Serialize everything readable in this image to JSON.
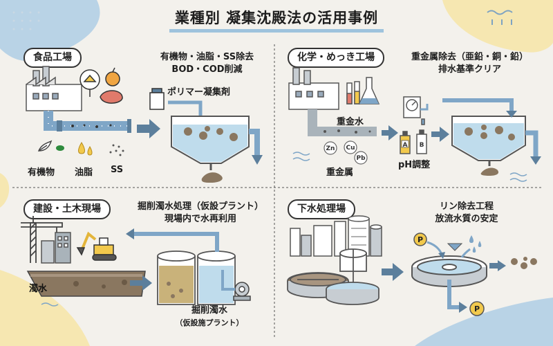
{
  "title": "業種別 凝集沈殿法の活用事例",
  "panels": {
    "food": {
      "badge": "食品工場",
      "caption_line1": "有機物・油脂・SS除去",
      "caption_line2": "BOD・COD削減",
      "chemical": "ポリマー凝集剤",
      "labels": [
        "有機物",
        "油脂",
        "SS"
      ]
    },
    "plating": {
      "badge": "化学・めっき工場",
      "caption_line1": "重金属除去（亜鉛・銅・鉛）",
      "caption_line2": "排水基準クリア",
      "pipe_label": "重金水",
      "metals_label": "重金属",
      "ph_label": "pH調整",
      "metal_symbols": [
        "Zn",
        "Cu",
        "Pb"
      ],
      "bottle_letters": [
        "A",
        "B"
      ]
    },
    "construction": {
      "badge": "建設・土木現場",
      "caption_line1": "掘削濁水処理（仮設プラント）",
      "caption_line2": "現場内で水再利用",
      "water_label": "濁水",
      "plant_label_line1": "掘削濁水",
      "plant_label_line2": "（仮設施プラント）"
    },
    "sewage": {
      "badge": "下水処理場",
      "caption_line1": "リン除去工程",
      "caption_line2": "放流水質の安定",
      "p_symbol": "P"
    }
  },
  "colors": {
    "accent_blue": "#7fa6c7",
    "water": "#bfdcec",
    "sludge": "#8a7760",
    "background": "#f3f1ec",
    "blob_blue": "#b9d3e6",
    "blob_yellow": "#f6e7b1"
  },
  "icons": [
    "factory-icon",
    "pizza-icon",
    "apple-icon",
    "steak-icon",
    "lab-flask-icon",
    "pressure-gauge-icon",
    "crane-icon",
    "excavator-icon",
    "pump-icon",
    "clarifier-icon",
    "storage-tank-icon"
  ]
}
